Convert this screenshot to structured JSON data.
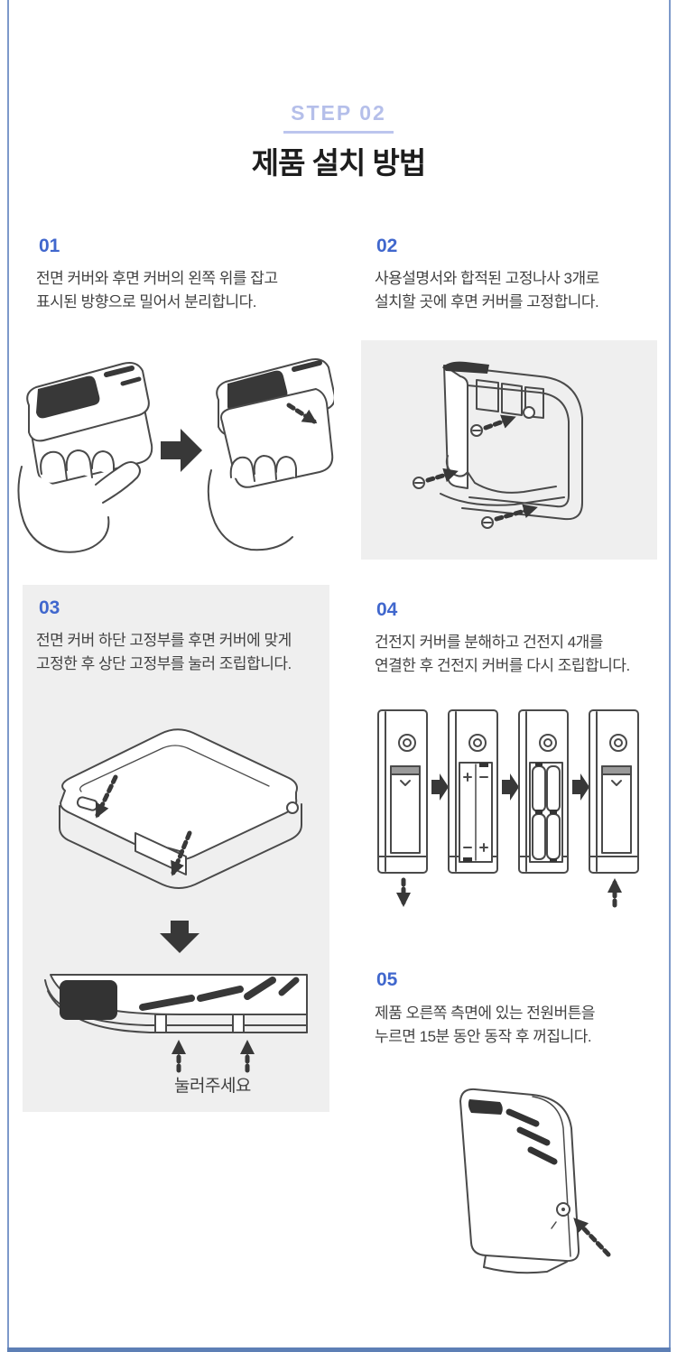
{
  "page": {
    "step_label": "STEP 02",
    "title": "제품 설치 방법"
  },
  "steps": [
    {
      "number": "01",
      "line1": "전면 커버와 후면 커버의 왼쪽 위를 잡고",
      "line2": "표시된 방향으로 밀어서 분리합니다."
    },
    {
      "number": "02",
      "line1": "사용설명서와 합적된 고정나사 3개로",
      "line2": "설치할 곳에 후면 커버를 고정합니다."
    },
    {
      "number": "03",
      "line1": "전면 커버 하단 고정부를 후면 커버에 맞게",
      "line2": "고정한 후 상단 고정부를 눌러 조립합니다."
    },
    {
      "number": "04",
      "line1": "건전지 커버를 분해하고 건전지 4개를",
      "line2": "연결한 후 건전지 커버를 다시 조립합니다."
    },
    {
      "number": "05",
      "line1": "제품 오른쪽 측면에 있는 전원버튼을",
      "line2": "누르면 15분 동안 동작 후 꺼집니다."
    }
  ],
  "labels": {
    "press_here": "눌러주세요"
  },
  "illustrations": {
    "step1": "hands-sliding-front-cover-apart",
    "step2": "rear-cover-fixed-with-three-screws",
    "step3": "front-cover-alignment-and-press-points",
    "step4": "battery-cover-removal-and-battery-install-sequence",
    "step5": "power-button-on-right-side"
  },
  "colors": {
    "accent_blue": "#4067cd",
    "pale_step_blue": "#b5bfea",
    "panel_gray": "#efefef",
    "frame_blue": "#7d99ca",
    "body_ink": "#414141",
    "line_art": "#4a4a4a",
    "dark_fill": "#383838"
  }
}
